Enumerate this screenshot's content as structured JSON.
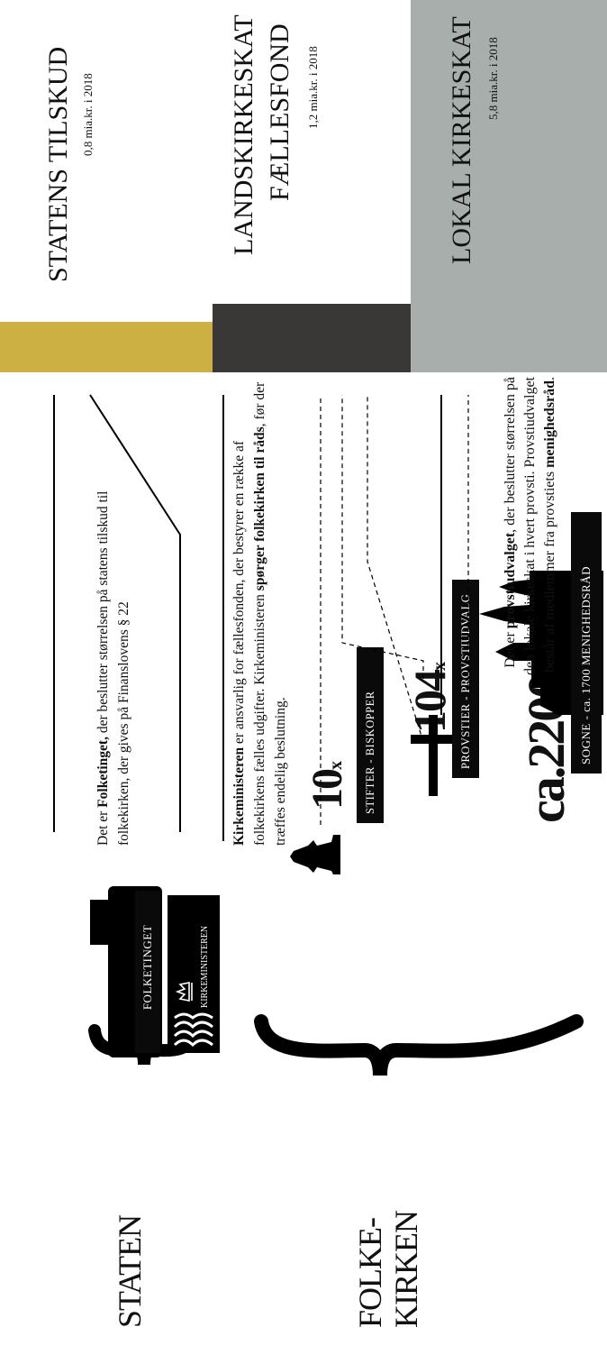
{
  "funding": {
    "statens_tilskud": {
      "title": "STATENS TILSKUD",
      "amount": "0,8 mia.kr. i 2018",
      "color": "#cdb043"
    },
    "faellesfond": {
      "title_line1": "LANDSKIRKESKAT",
      "title_line2": "FÆLLESFOND",
      "amount": "1,2 mia.kr. i 2018",
      "color": "#3a3836"
    },
    "lokal": {
      "title": "LOKAL KIRKESKAT",
      "amount": "5,8 mia.kr. i 2018",
      "color": "#a7aeac"
    }
  },
  "groups": {
    "staten": "STATEN",
    "folkekirken_line1": "FOLKE-",
    "folkekirken_line2": "KIRKEN"
  },
  "institutions": {
    "folketinget": "FOLKETINGET",
    "kirkeministeren": "KIRKEMINISTEREN"
  },
  "levels": [
    {
      "count": "10",
      "suffix": "x",
      "label": "STIFTER  -  BISKOPPER"
    },
    {
      "count": "104",
      "suffix": "x",
      "label": "PROVSTIER  -  PROVSTIUDVALG"
    },
    {
      "count": "ca.2200",
      "suffix": "x",
      "label": "SOGNE  -  ca. 1700 MENIGHEDSRÅD"
    }
  ],
  "texts": {
    "folketinget": {
      "pre": "Det er ",
      "bold": "Folketinget,",
      "post": " der beslutter størrelsen på statens tilskud til folkekirken, der gives på Finanslovens § 22"
    },
    "kirkeministeren": {
      "bold1": "Kirkeministeren",
      "mid1": " er ansvarlig for fællesfonden, der bestyrer en række af folkekirkens fælles udgifter. Kirkeministeren ",
      "bold2": "spørger folkekirken til råds",
      "post": ", før der træffes endelig beslutning."
    },
    "provstiudvalget": {
      "pre": "Det er ",
      "bold1": "provstiudvalget",
      "mid": ", der beslutter størrelsen på den lokale kirkeskat i hvert provsti. Provstiudvalget består af medlemmer fra provstiets ",
      "bold2": "menighedsråd",
      "post": "."
    }
  }
}
